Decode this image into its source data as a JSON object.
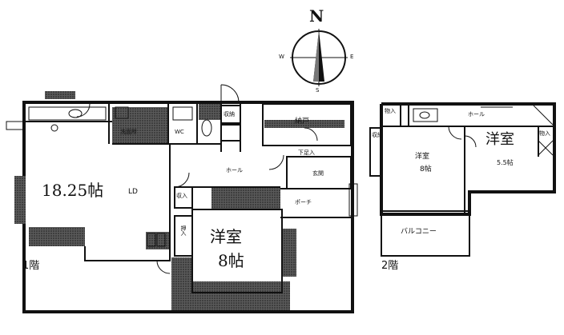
{
  "compass": {
    "north": "N",
    "south": "S",
    "east": "E",
    "west": "W"
  },
  "floor1": {
    "label": "1階",
    "rooms": {
      "ld": "18.25帖",
      "ld_tag": "LD",
      "western": "洋室",
      "western_size": "8帖",
      "storage": "納戸",
      "hall": "ホール",
      "porch": "ポーチ",
      "entrance": "玄関",
      "washroom": "洗面所",
      "toilet": "WC",
      "shoe": "下足入",
      "closet_1": "収納",
      "closet_2": "収入",
      "closet_3": "押入"
    }
  },
  "floor2": {
    "label": "2階",
    "rooms": {
      "western_a": "洋室",
      "western_a_size": "8帖",
      "western_b": "洋室",
      "western_b_size": "5.5帖",
      "hall": "ホール",
      "balcony": "バルコニー",
      "closet_1": "物入",
      "closet_2": "収納",
      "closet_3": "物入"
    }
  }
}
